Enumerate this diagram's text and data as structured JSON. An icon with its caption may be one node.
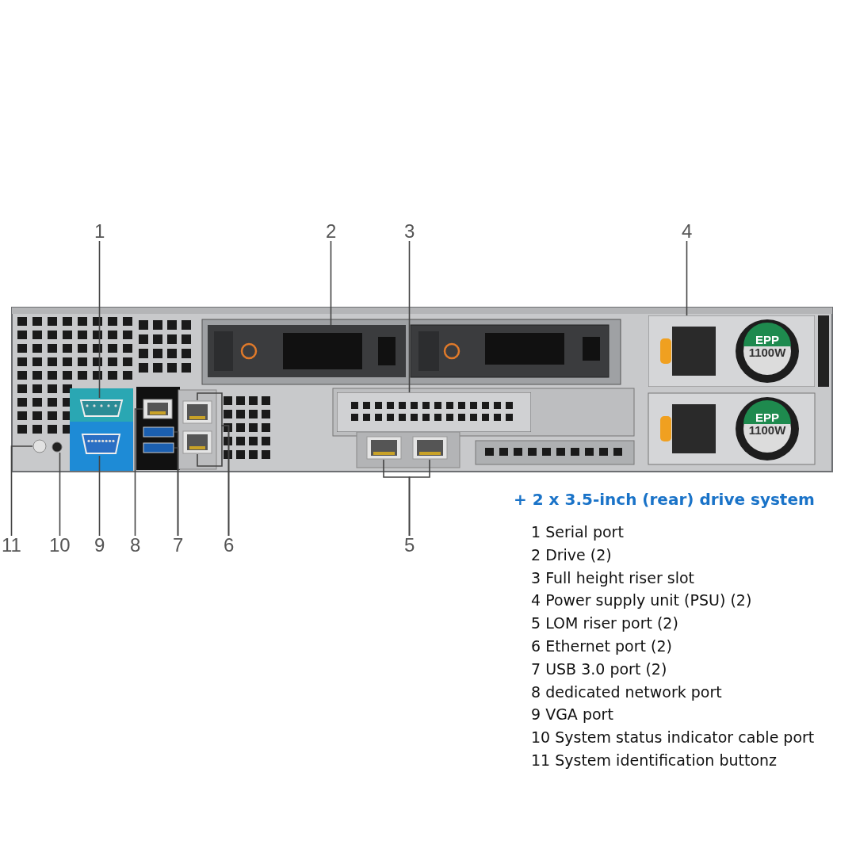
{
  "diagram": {
    "title": "+ 2 x 3.5-inch (rear) drive system",
    "nodes": [
      {
        "text": [
          "1"
        ]
      },
      {
        "text": [
          "2"
        ]
      },
      {
        "text": [
          "3"
        ]
      },
      {
        "text": [
          "4"
        ]
      },
      {
        "text": [
          "11"
        ]
      },
      {
        "text": [
          "10"
        ]
      },
      {
        "text": [
          "9"
        ]
      },
      {
        "text": [
          "8"
        ]
      },
      {
        "text": [
          "7"
        ]
      },
      {
        "text": [
          "6"
        ]
      },
      {
        "text": [
          "5"
        ]
      },
      {
        "text": [],
        "shape": "box"
      },
      {
        "text": [],
        "shape": "box"
      },
      {
        "text": [],
        "shape": "box"
      },
      {
        "text": [],
        "shape": "box"
      },
      {
        "text": [],
        "shape": "circle"
      },
      {
        "text": [],
        "shape": "circle"
      },
      {
        "text": [],
        "shape": "box"
      },
      {
        "text": [],
        "shape": "box"
      },
      {
        "text": [],
        "shape": "box"
      },
      {
        "text": [],
        "shape": "box"
      },
      {
        "text": [],
        "shape": "box"
      },
      {
        "text": [],
        "shape": "box"
      },
      {
        "text": [],
        "shape": "box"
      },
      {
        "text": [],
        "shape": "box"
      }
    ],
    "edges": [
      {
        "from": 0,
        "to": 11,
        "arrow": "none"
      },
      {
        "from": 1,
        "to": 12,
        "arrow": "none"
      },
      {
        "from": 2,
        "to": 13,
        "arrow": "none"
      },
      {
        "from": 3,
        "to": 14,
        "arrow": "none"
      },
      {
        "from": 4,
        "to": 15,
        "arrow": "none"
      },
      {
        "from": 5,
        "to": 16,
        "arrow": "none"
      },
      {
        "from": 6,
        "to": 17,
        "arrow": "none"
      },
      {
        "from": 7,
        "to": 18,
        "arrow": "none"
      },
      {
        "from": 8,
        "to": 19,
        "arrow": "none"
      },
      {
        "from": 8,
        "to": 20,
        "arrow": "none"
      },
      {
        "from": 9,
        "to": 21,
        "arrow": "none"
      },
      {
        "from": 9,
        "to": 22,
        "arrow": "none"
      },
      {
        "from": 10,
        "to": 23,
        "arrow": "none"
      },
      {
        "from": 10,
        "to": 24,
        "arrow": "none"
      }
    ],
    "labels": [
      "EPP",
      "1100W",
      "EPP",
      "1100W",
      "1 Serial port",
      "2 Drive (2)",
      "3 Full height riser slot",
      "4 Power supply unit (PSU) (2)",
      "5 LOM riser port (2)",
      "6 Ethernet port (2)",
      "7 USB 3.0 port (2)",
      "8 dedicated network port",
      "9 VGA port",
      "10 System status indicator cable port",
      "11 System identification buttonz"
    ]
  }
}
